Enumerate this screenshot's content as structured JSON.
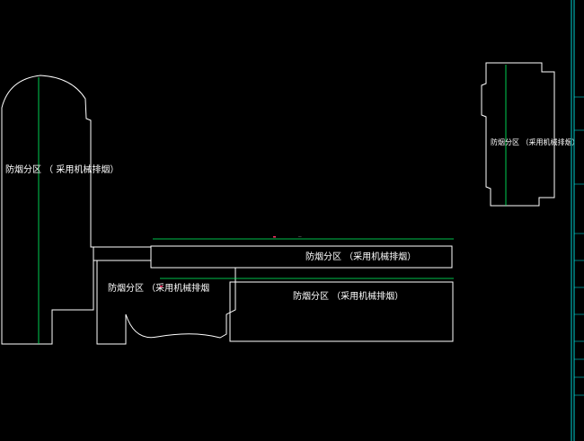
{
  "zones": [
    {
      "id": "left-tower",
      "label": "防烟分区  （ 采用机械排烟）"
    },
    {
      "id": "right-tower",
      "label": "防烟分区  （采用机械排烟）"
    },
    {
      "id": "upper-strip",
      "label": "防烟分区  （采用机械排烟）"
    },
    {
      "id": "mid-left",
      "label": "防烟分区  （采用机械排烟"
    },
    {
      "id": "lower-right",
      "label": "防烟分区  （采用机械排烟）"
    }
  ],
  "colors": {
    "background": "#000000",
    "outline": "#ffffff",
    "dimension": "#00ff66",
    "accent": "#ff3366",
    "titleblock": "#00d0d0"
  }
}
